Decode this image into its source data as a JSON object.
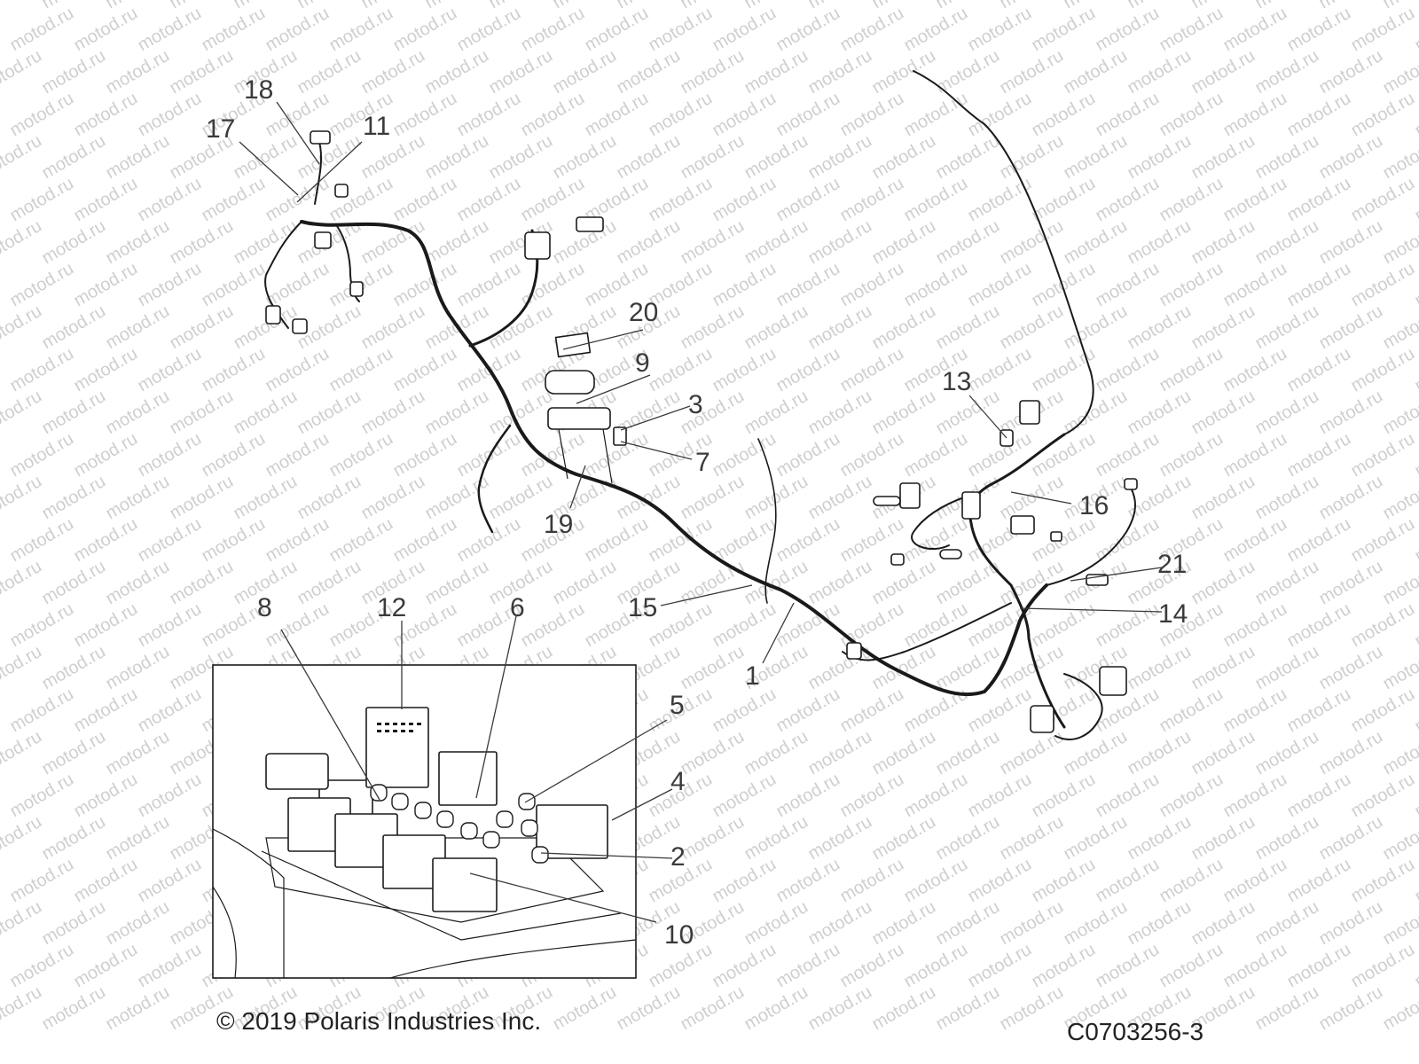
{
  "watermark": {
    "text": "motod.ru"
  },
  "callouts": [
    {
      "id": "1",
      "label": "1"
    },
    {
      "id": "2",
      "label": "2"
    },
    {
      "id": "3",
      "label": "3"
    },
    {
      "id": "4",
      "label": "4"
    },
    {
      "id": "5",
      "label": "5"
    },
    {
      "id": "6",
      "label": "6"
    },
    {
      "id": "7",
      "label": "7"
    },
    {
      "id": "8",
      "label": "8"
    },
    {
      "id": "9",
      "label": "9"
    },
    {
      "id": "10",
      "label": "10"
    },
    {
      "id": "11",
      "label": "11"
    },
    {
      "id": "12",
      "label": "12"
    },
    {
      "id": "13",
      "label": "13"
    },
    {
      "id": "14",
      "label": "14"
    },
    {
      "id": "15",
      "label": "15"
    },
    {
      "id": "16",
      "label": "16"
    },
    {
      "id": "17",
      "label": "17"
    },
    {
      "id": "18",
      "label": "18"
    },
    {
      "id": "19",
      "label": "19"
    },
    {
      "id": "20",
      "label": "20"
    },
    {
      "id": "21",
      "label": "21"
    }
  ],
  "footer": {
    "copyright": "© 2019 Polaris Industries Inc.",
    "diagram_id": "C0703256-3"
  }
}
